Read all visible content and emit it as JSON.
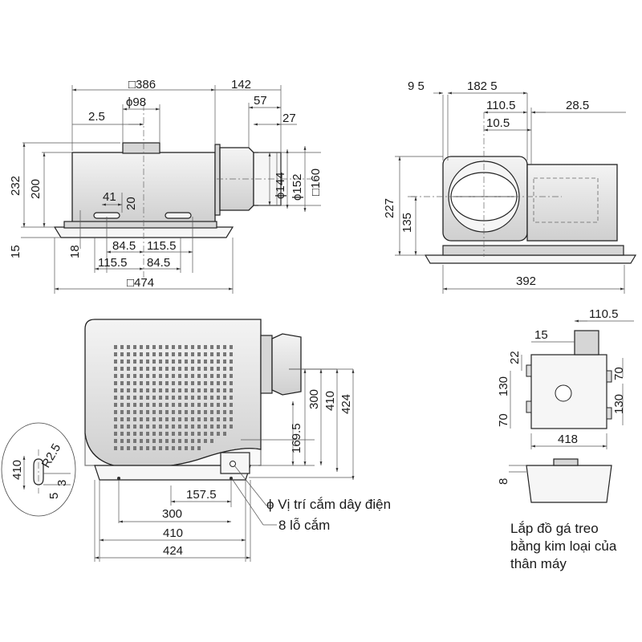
{
  "front_view": {
    "width_top": "□386",
    "duct_diameter": "ϕ98",
    "right_offset": "142",
    "d57": "57",
    "d27": "27",
    "d2_5": "2.5",
    "height_232": "232",
    "height_200": "200",
    "height_15": "15",
    "height_18": "18",
    "d41": "41",
    "d20": "20",
    "d84_5_a": "84.5",
    "d115_5_a": "115.5",
    "d115_5_b": "115.5",
    "d84_5_b": "84.5",
    "width_474": "□474",
    "phi144": "ϕ144",
    "phi152": "ϕ152",
    "sq160": "□160"
  },
  "side_view": {
    "d9_5": "9 5",
    "d182_5": "182 5",
    "d110_5": "110.5",
    "d28_5": "28.5",
    "d10_5": "10.5",
    "h227": "227",
    "h135": "135",
    "w392": "392"
  },
  "bottom_view": {
    "h300": "300",
    "h410": "410",
    "h424": "424",
    "h169_5": "169.5",
    "w157_5": "157.5",
    "w300": "300",
    "w410": "410",
    "w424": "424",
    "label_wire": "ϕ Vị trí cắm dây điện",
    "label_holes": "8 lỗ cắm"
  },
  "detail_view": {
    "d410": "410",
    "r2_5": "R2.5",
    "d3": "3",
    "d5": "5"
  },
  "bracket_view": {
    "d110_5": "110.5",
    "d15": "15",
    "d22": "22",
    "d130_a": "130",
    "d70_a": "70",
    "d70_b": "70",
    "d130_b": "130",
    "w418": "418",
    "h8": "8",
    "caption_line1": "Lắp đồ gá treo",
    "caption_line2": "bằng kim loại của",
    "caption_line3": "thân máy"
  }
}
